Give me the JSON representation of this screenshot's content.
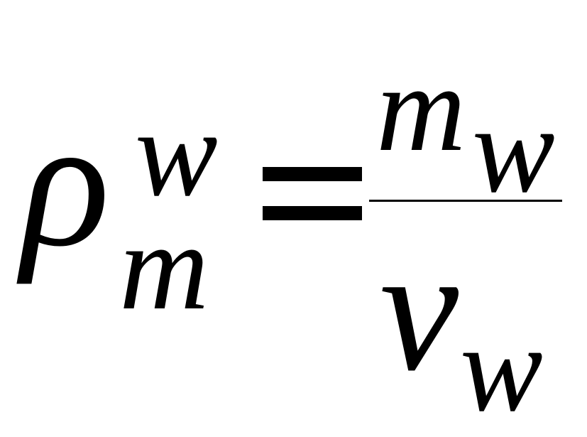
{
  "formula": {
    "lhs": {
      "base": "ρ",
      "superscript": "w",
      "subscript": "m"
    },
    "operator": "=",
    "fraction": {
      "numerator": {
        "base": "m",
        "subscript": "w"
      },
      "denominator": {
        "base": "v",
        "subscript": "w"
      }
    }
  },
  "colors": {
    "text": "#000000",
    "background": "#ffffff"
  }
}
